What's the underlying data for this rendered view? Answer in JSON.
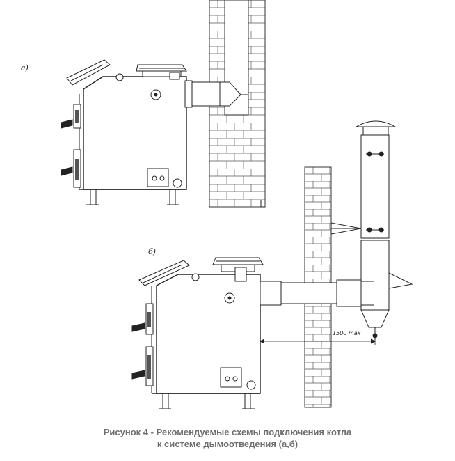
{
  "figure": {
    "label_a": "а)",
    "label_b": "б)",
    "dimension": "1500 max"
  },
  "caption": {
    "line1": "Рисунок 4 - Рекомендуемые схемы подключения котла",
    "line2": "к системе дымоотведения (а,б)"
  }
}
